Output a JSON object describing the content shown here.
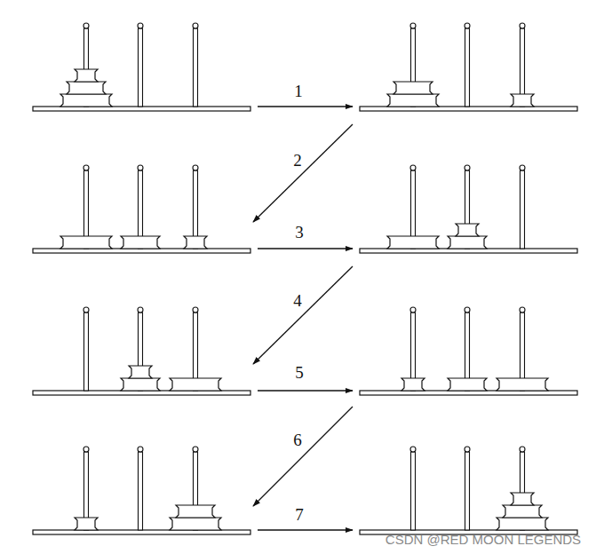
{
  "diagram": {
    "labels": [
      "1",
      "2",
      "3",
      "4",
      "5",
      "6",
      "7",
      "CSDN @RED MOON LEGENDS"
    ]
  }
}
